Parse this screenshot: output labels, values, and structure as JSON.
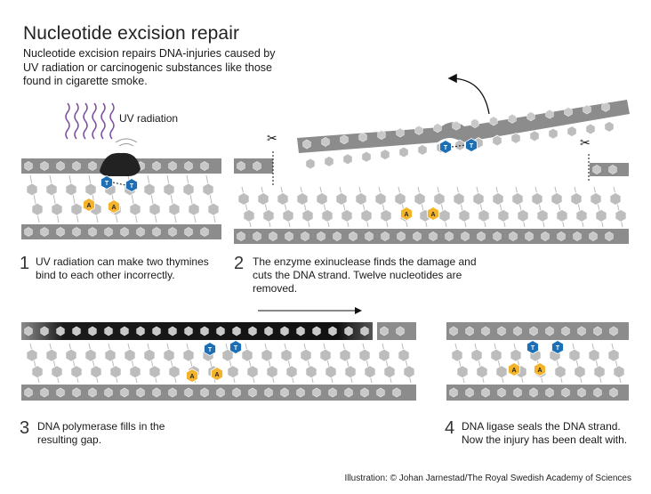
{
  "header": {
    "title": "Nucleotide excision repair",
    "intro": "Nucleotide excision repairs DNA-injuries caused by UV radiation or carcinogenic substances like those found in cigarette smoke."
  },
  "labels": {
    "uv": "UV radiation"
  },
  "steps": [
    {
      "number": "1",
      "text": "UV radiation can make two thymines bind to each other incorrectly."
    },
    {
      "number": "2",
      "text": "The enzyme exinuclease finds the damage and cuts the DNA strand. Twelve nucleotides are removed."
    },
    {
      "number": "3",
      "text": "DNA polymerase fills in the resulting gap."
    },
    {
      "number": "4",
      "text": "DNA ligase seals the DNA strand. Now the injury has been dealt with."
    }
  ],
  "bases": {
    "thymine": "T",
    "adenine": "A"
  },
  "colors": {
    "backbone": "#8c8c8c",
    "nucleotide": "#bdbdbd",
    "thymine": "#1c6fb5",
    "adenine": "#f3b32a",
    "enzyme": "#222222",
    "uv": "#7a4fa0"
  },
  "credit": "Illustration: © Johan Jarnestad/The Royal Swedish Academy of Sciences"
}
